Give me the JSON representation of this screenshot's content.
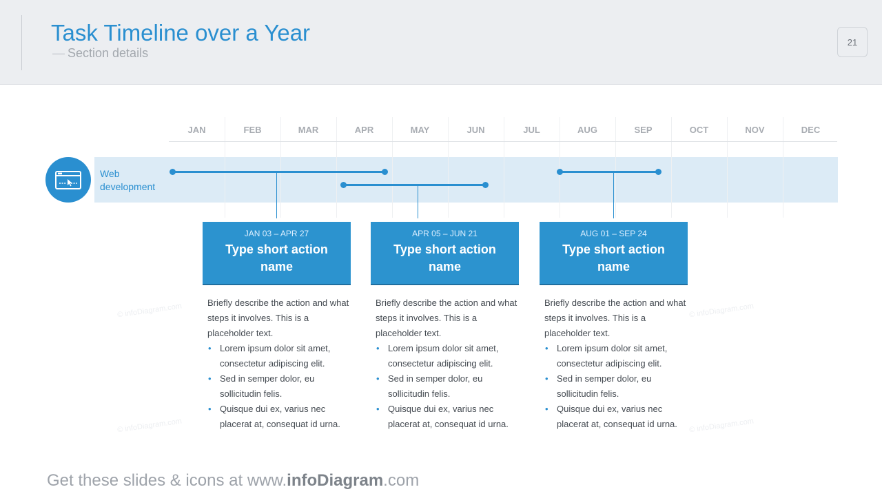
{
  "header": {
    "title": "Task Timeline over a Year",
    "subtitle": "Section details",
    "page_number": "21"
  },
  "months": [
    "JAN",
    "FEB",
    "MAR",
    "APR",
    "MAY",
    "JUN",
    "JUL",
    "AUG",
    "SEP",
    "OCT",
    "NOV",
    "DEC"
  ],
  "row": {
    "label": "Web development",
    "icon": "browser-window-icon"
  },
  "tasks": [
    {
      "date_range": "JAN 03 – APR 27",
      "name": "Type short action name",
      "start": "JAN 03",
      "end": "APR 27"
    },
    {
      "date_range": "APR 05 – JUN 21",
      "name": "Type short action name",
      "start": "APR 05",
      "end": "JUN 21"
    },
    {
      "date_range": "AUG 01 – SEP 24",
      "name": "Type short action name",
      "start": "AUG 01",
      "end": "SEP 24"
    }
  ],
  "details": [
    {
      "intro": "Briefly describe the action and what steps it involves. This is a placeholder text.",
      "bullets": [
        "Lorem ipsum dolor sit amet, consectetur adipiscing elit.",
        "Sed in semper dolor, eu sollicitudin felis.",
        "Quisque dui ex, varius nec placerat at, consequat id urna."
      ]
    },
    {
      "intro": "Briefly describe the action and what steps it involves. This is a placeholder text.",
      "bullets": [
        "Lorem ipsum dolor sit amet, consectetur adipiscing elit.",
        "Sed in semper dolor, eu sollicitudin felis.",
        "Quisque dui ex, varius nec placerat at, consequat id urna."
      ]
    },
    {
      "intro": "Briefly describe the action and what steps it involves. This is a placeholder text.",
      "bullets": [
        "Lorem ipsum dolor sit amet, consectetur adipiscing elit.",
        "Sed in semper dolor, eu sollicitudin felis.",
        "Quisque dui ex, varius nec placerat at, consequat id urna."
      ]
    }
  ],
  "watermark": "© infoDiagram.com",
  "footer": {
    "prefix": "Get these slides & icons at www.",
    "brand": "infoDiagram",
    "suffix": ".com"
  },
  "colors": {
    "accent": "#2a8fd0",
    "band": "#dcebf6",
    "card": "#2c93cf"
  }
}
